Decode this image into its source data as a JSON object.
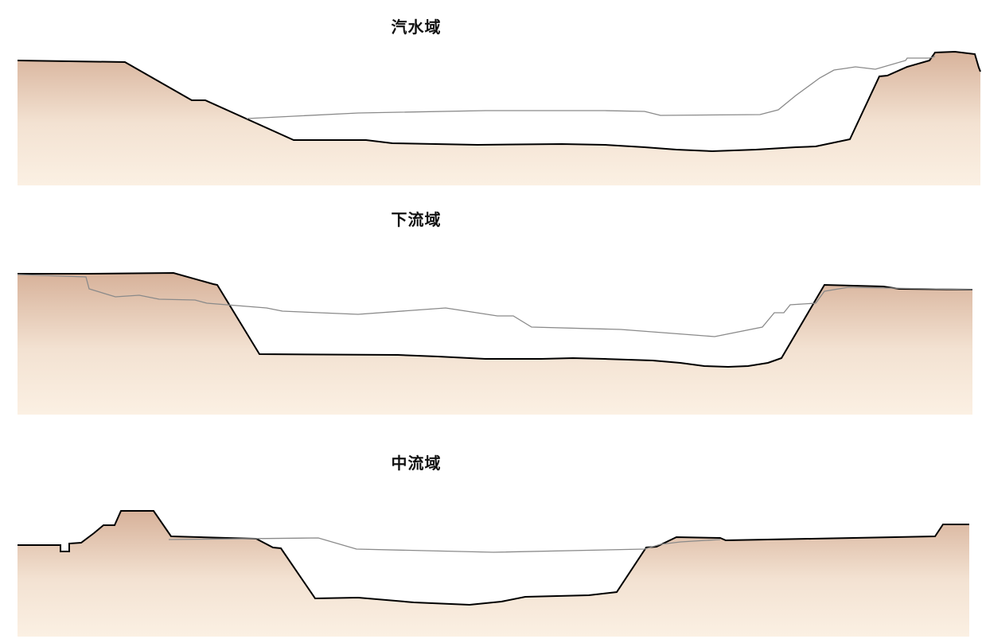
{
  "sections": [
    {
      "label": "汽水域"
    },
    {
      "label": "下流域"
    },
    {
      "label": "中流域"
    }
  ],
  "colors": {
    "ground_top": "#d9b59b",
    "ground_bottom": "#faefe1",
    "bed_line": "#000000",
    "old_profile_line": "#8a8a8a"
  }
}
